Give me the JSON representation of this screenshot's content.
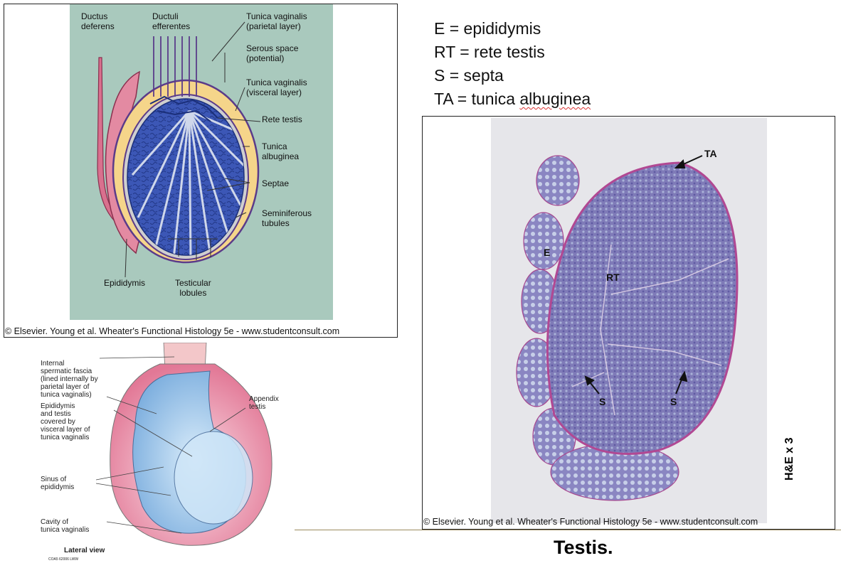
{
  "schematic": {
    "labels": {
      "ductus_deferens": "Ductus\ndeferens",
      "ductuli_efferentes": "Ductuli\nefferentes",
      "tv_parietal": "Tunica vaginalis\n(parietal layer)",
      "serous_space": "Serous space\n(potential)",
      "tv_visceral": "Tunica vaginalis\n(visceral layer)",
      "rete_testis": "Rete testis",
      "tunica_albuginea": "Tunica\nalbuginea",
      "septae": "Septae",
      "seminiferous": "Seminiferous\ntubules",
      "epididymis": "Epididymis",
      "testicular_lobules": "Testicular\nlobules"
    },
    "credit": "© Elsevier. Young et al. Wheater's Functional Histology 5e - www.studentconsult.com"
  },
  "legend": {
    "e": "E = epididymis",
    "rt": "RT = rete testis",
    "s": "S = septa",
    "ta_prefix": "TA = tunica ",
    "ta_word": "albuginea"
  },
  "micrograph": {
    "labels": {
      "ta": "TA",
      "e": "E",
      "rt": "RT",
      "s1": "S",
      "s2": "S"
    },
    "stain": "H&E x 3",
    "credit": "© Elsevier. Young et al. Wheater's Functional Histology 5e - www.studentconsult.com"
  },
  "lateral": {
    "labels": {
      "internal_fascia": "Internal\nspermatic fascia\n(lined internally by\nparietal layer of\ntunica vaginalis)",
      "appendix_testis": "Appendix\ntestis",
      "epididymis_testis": "Epididymis\nand testis\ncovered by\nvisceral layer of\ntunica vaginalis",
      "sinus": "Sinus of\nepididymis",
      "cavity": "Cavity of\ntunica vaginalis",
      "lateral_view": "Lateral view",
      "code": "COA5 62006 LWW"
    }
  },
  "title": "Testis."
}
